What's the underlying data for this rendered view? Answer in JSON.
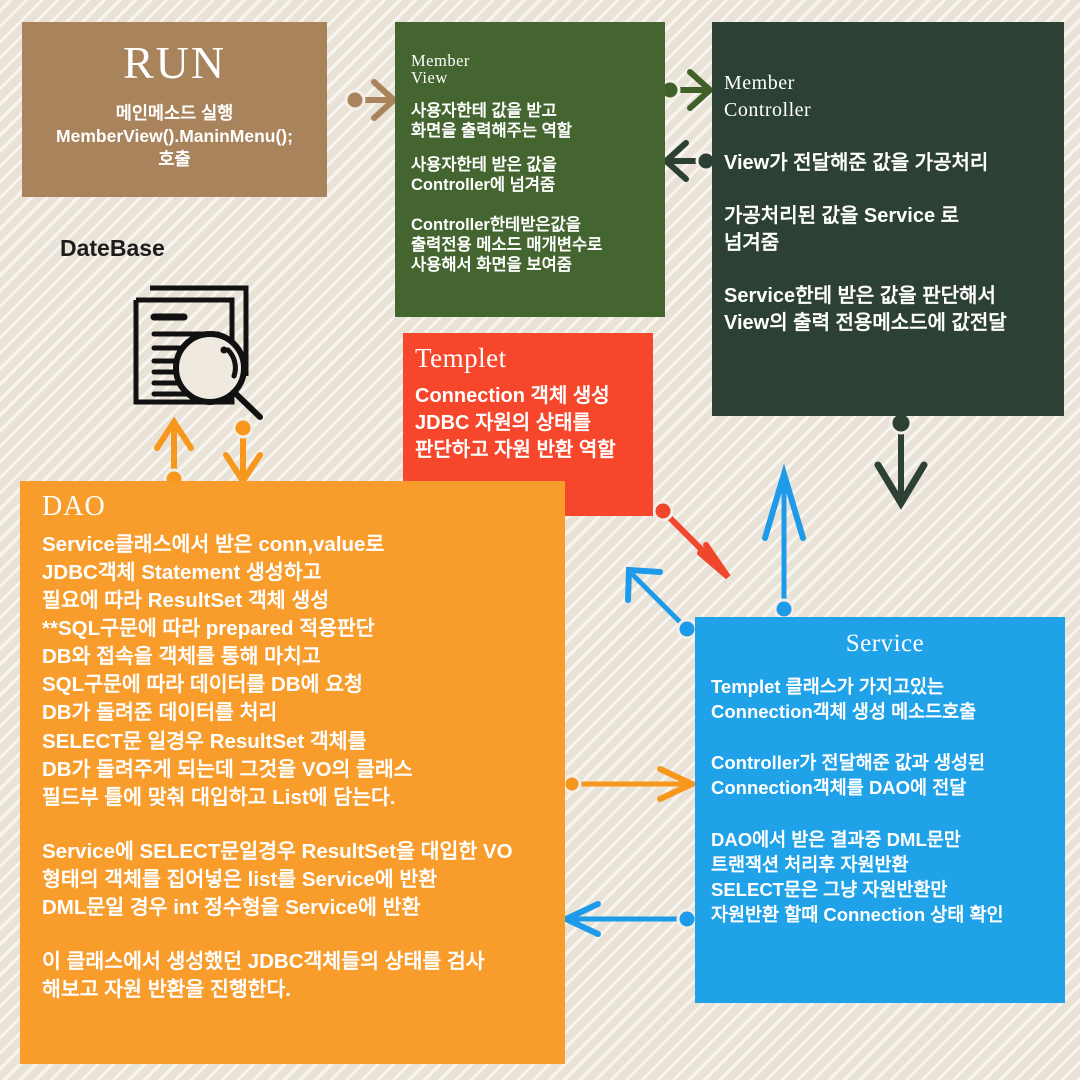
{
  "diagram": {
    "title": "MVC JDBC Layer Flow Diagram",
    "background_color": "#efe9df"
  },
  "nodes": {
    "run": {
      "title": "RUN",
      "color": "#a9835b",
      "body": "메인메소드 실행\nMemberView().ManinMenu();\n호출"
    },
    "datebase": {
      "label": "DateBase",
      "icon": "document-search-icon"
    },
    "member_view": {
      "title": "Member\nView",
      "color": "#44652f",
      "body1": "사용자한테 값을 받고\n화면을 출력해주는 역할",
      "body2": "사용자한테 받은 값을\nController에 넘겨줌",
      "body3": "Controller한테받은값을\n출력전용 메소드 매개변수로\n사용해서 화면을 보여줌"
    },
    "member_controller": {
      "title": "Member\nController",
      "color": "#2c4033",
      "body1": "View가 전달해준 값을 가공처리",
      "body2": "가공처리된 값을 Service 로\n넘겨줌",
      "body3": "Service한테 받은 값을 판단해서\nView의 출력 전용메소드에 값전달"
    },
    "templet": {
      "title": "Templet",
      "color": "#f6462b",
      "body": "Connection 객체 생성\nJDBC 자원의 상태를\n판단하고 자원 반환 역할"
    },
    "dao": {
      "title": "DAO",
      "color": "#f89c2c",
      "body1": "Service클래스에서 받은 conn,value로\nJDBC객체 Statement 생성하고\n필요에 따라 ResultSet 객체 생성\n**SQL구문에 따라 prepared 적용판단\nDB와 접속을 객체를 통해 마치고\nSQL구문에 따라 데이터를 DB에 요청\nDB가 돌려준 데이터를 처리\nSELECT문 일경우 ResultSet 객체를\nDB가 돌려주게 되는데 그것을 VO의 클래스\n필드부 틀에 맞춰 대입하고 List에 담는다.",
      "body2": "Service에 SELECT문일경우 ResultSet을 대입한 VO\n형태의 객체를 집어넣은 list를 Service에 반환\nDML문일 경우 int 정수형을 Service에 반환",
      "body3": "이 클래스에서 생성했던 JDBC객체들의 상태를 검사\n해보고 자원 반환을 진행한다."
    },
    "service": {
      "title": "Service",
      "color": "#1fa2e8",
      "body1": "Templet 클래스가 가지고있는\nConnection객체 생성 메소드호출",
      "body2": "Controller가 전달해준 값과 생성된\nConnection객체를 DAO에 전달",
      "body3": "DAO에서 받은 결과중 DML문만\n트랜잭션 처리후 자원반환\nSELECT문은 그냥 자원반환만\n자원반환 할때 Connection 상태 확인"
    }
  },
  "connectors": [
    {
      "name": "run-to-memberview",
      "color": "#a9835b",
      "direction": "right"
    },
    {
      "name": "memberview-to-membercontroller",
      "color": "#44652f",
      "direction": "right"
    },
    {
      "name": "membercontroller-to-memberview",
      "color": "#2c4033",
      "direction": "left"
    },
    {
      "name": "membercontroller-to-service",
      "color": "#2c4033",
      "direction": "down"
    },
    {
      "name": "templet-to-service",
      "color": "#f0462b",
      "direction": "down-right"
    },
    {
      "name": "service-to-templet",
      "color": "#1fa2e8",
      "direction": "up-left"
    },
    {
      "name": "service-to-templet-vertical",
      "color": "#1fa2e8",
      "direction": "up"
    },
    {
      "name": "dao-to-service",
      "color": "#f89c2c",
      "direction": "right"
    },
    {
      "name": "service-to-dao",
      "color": "#1fa2e8",
      "direction": "left"
    },
    {
      "name": "dao-to-datebase",
      "color": "#f89c2c",
      "direction": "up"
    },
    {
      "name": "datebase-to-dao",
      "color": "#f89c2c",
      "direction": "down"
    }
  ]
}
